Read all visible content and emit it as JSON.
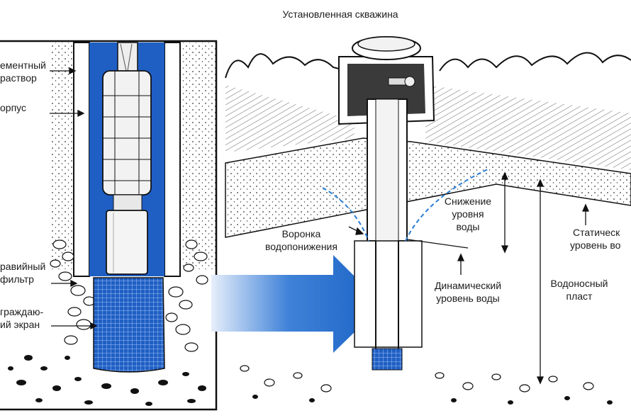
{
  "title": "Установленная скважина",
  "colors": {
    "casing_blue": "#1f5fc4",
    "arrow_blue": "#1f6fd0",
    "line": "#111111",
    "gravel": "#222222",
    "drawdown_dash": "#2b7fd6"
  },
  "left_labels": {
    "cement_1": "ементный",
    "cement_2": "раствор",
    "casing": "орпус",
    "gravel_1": "равийный",
    "gravel_2": "фильтр",
    "screen_1": "граждаю-",
    "screen_2": "ий экран"
  },
  "right_labels": {
    "drawdown_1": "Снижение",
    "drawdown_2": "уровня",
    "drawdown_3": "воды",
    "cone_1": "Воронка",
    "cone_2": "водопонижения",
    "static_1": "Статическ",
    "static_2": "уровень во",
    "dynamic_1": "Динамический",
    "dynamic_2": "уровень воды",
    "aquifer_1": "Водоносный",
    "aquifer_2": "пласт"
  }
}
